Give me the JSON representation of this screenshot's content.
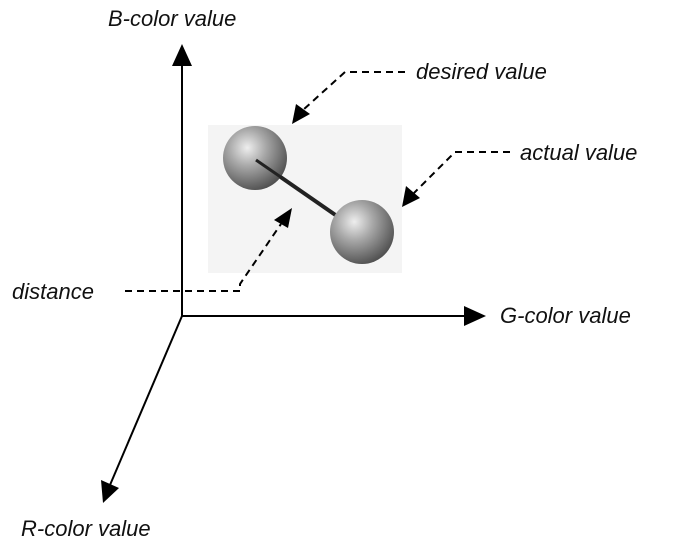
{
  "axes": {
    "b_axis_label": "B-color value",
    "g_axis_label": "G-color value",
    "r_axis_label": "R-color value"
  },
  "annotations": {
    "desired": "desired value",
    "actual": "actual value",
    "distance": "distance"
  },
  "colors": {
    "line": "#000000",
    "highlight_box": "#f4f4f4",
    "sphere_light": "#e6e6e6",
    "sphere_mid": "#9a9a9a",
    "sphere_dark": "#555555"
  }
}
